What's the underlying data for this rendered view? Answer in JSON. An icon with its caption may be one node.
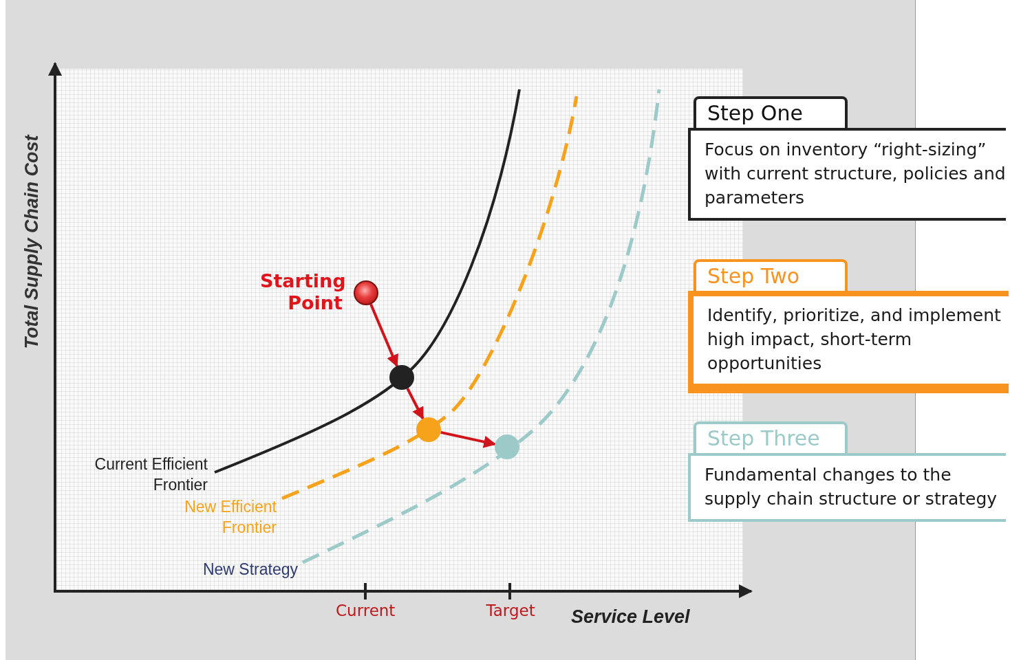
{
  "diagram": {
    "nodes": [
      {
        "text": [],
        "shape": "circle",
        "beside": [
          "Starting Point"
        ]
      },
      {
        "text": [],
        "shape": "circle"
      },
      {
        "text": [],
        "shape": "circle"
      },
      {
        "text": [],
        "shape": "circle"
      },
      {
        "text": [
          "Step One",
          "Focus on inventory “right-sizing” with current structure, policies and parameters"
        ]
      },
      {
        "text": [
          "Step Two",
          "Identify, prioritize, and implement high impact, short-term opportunities"
        ]
      },
      {
        "text": [
          "Step Three",
          "Fundamental changes to the supply chain structure or strategy"
        ]
      }
    ],
    "edges": [
      {
        "from": 0,
        "to": 1,
        "arrow": "to"
      },
      {
        "from": 1,
        "to": 2,
        "arrow": "to"
      },
      {
        "from": 2,
        "to": 3,
        "arrow": "to"
      }
    ],
    "labels": [
      "Total Supply Chain Cost",
      "Current Efficient Frontier",
      "New Efficient Frontier",
      "New Strategy",
      "Current",
      "Target",
      "Service Level"
    ]
  }
}
